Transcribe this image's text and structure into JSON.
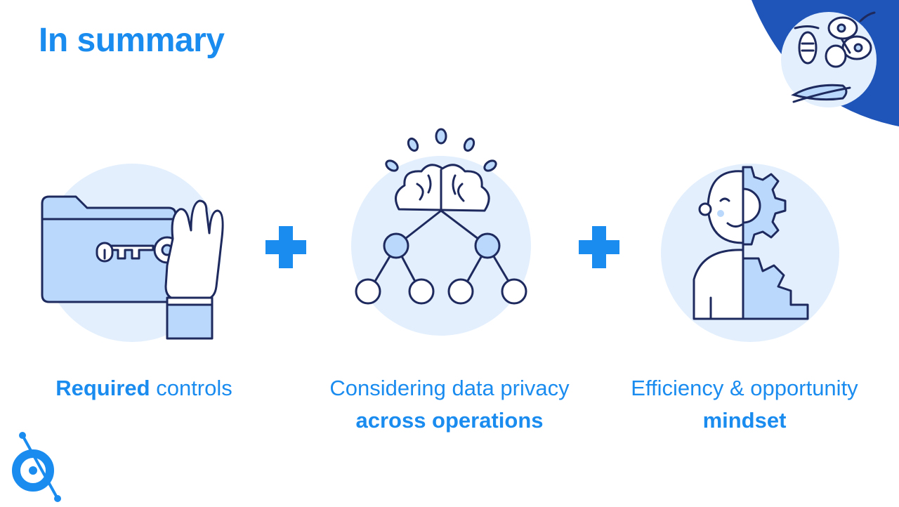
{
  "slide": {
    "title": "In summary"
  },
  "items": [
    {
      "strong": "Required",
      "normal": " controls",
      "illustration": "folder-key-icon"
    },
    {
      "line1": "Considering data privacy",
      "line2": "across operations",
      "illustration": "brain-network-icon"
    },
    {
      "line1": "Efficiency & opportunity",
      "line2": "mindset",
      "illustration": "person-gear-icon"
    }
  ],
  "connectors": [
    "plus-icon",
    "plus-icon"
  ],
  "colors": {
    "accent": "#1a8cf0",
    "outline": "#1e2a5e",
    "light_fill": "#b9d8fb",
    "circle_bg": "#e3effd",
    "corner_blue": "#1f55b8"
  }
}
